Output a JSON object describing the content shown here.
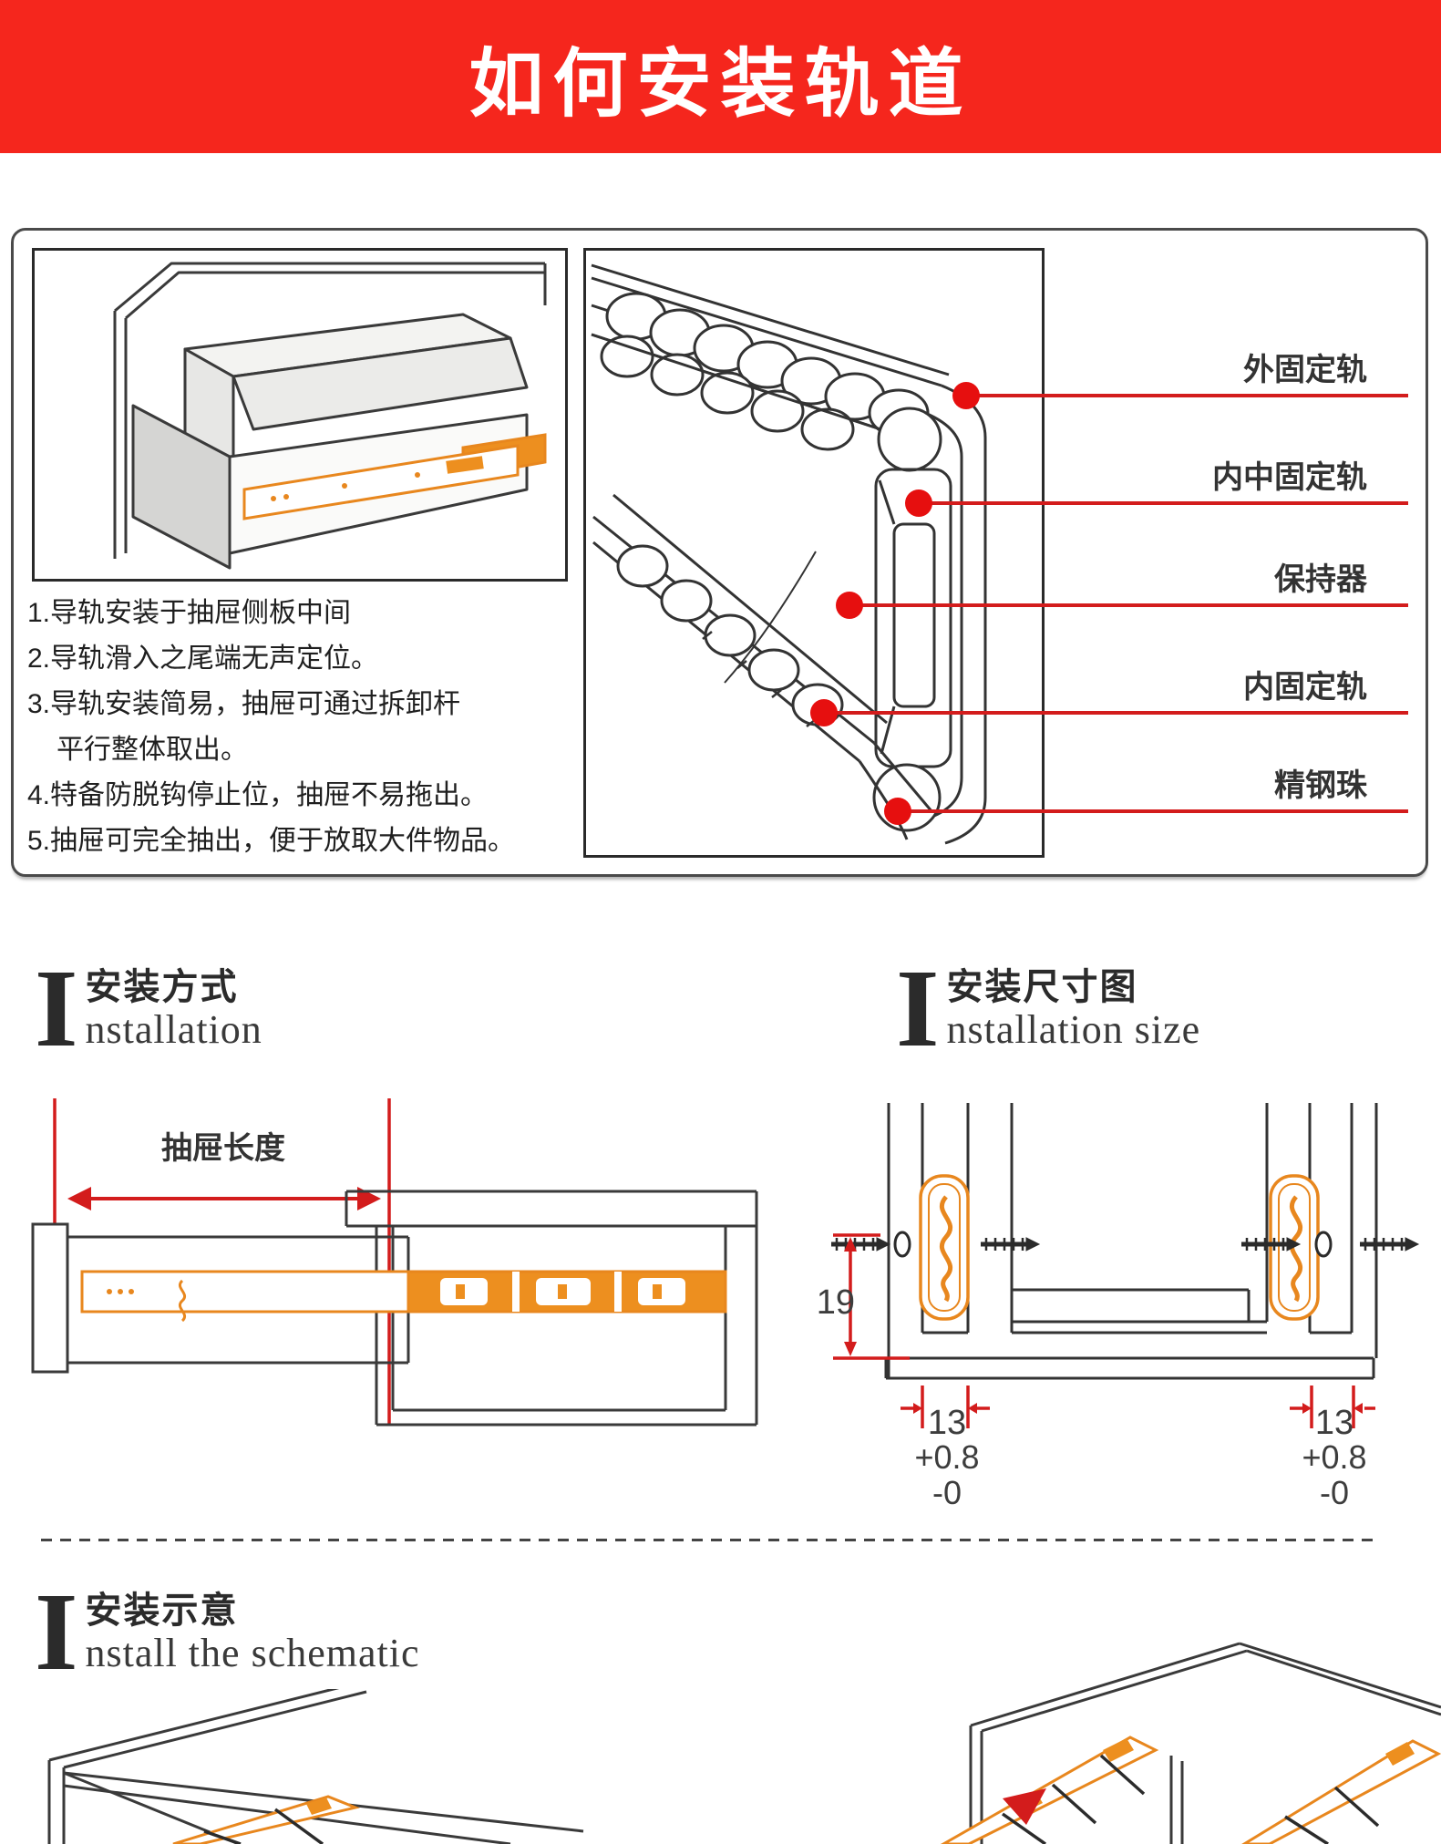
{
  "banner": {
    "title": "如何安装轨道"
  },
  "hero": {
    "notes": [
      {
        "text": "1.导轨安装于抽屉侧板中间",
        "indent": false
      },
      {
        "text": "2.导轨滑入之尾端无声定位。",
        "indent": false
      },
      {
        "text": "3.导轨安装简易，抽屉可通过拆卸杆",
        "indent": false
      },
      {
        "text": "平行整体取出。",
        "indent": true
      },
      {
        "text": "4.特备防脱钩停止位，抽屉不易拖出。",
        "indent": false
      },
      {
        "text": "5.抽屉可完全抽出，便于放取大件物品。",
        "indent": false
      }
    ],
    "callouts": [
      {
        "label": "外固定轨"
      },
      {
        "label": "内中固定轨"
      },
      {
        "label": "保持器"
      },
      {
        "label": "内固定轨"
      },
      {
        "label": "精钢珠"
      }
    ]
  },
  "sections": {
    "installation": {
      "initial": "I",
      "title_zh": "安装方式",
      "title_en": "nstallation"
    },
    "size": {
      "initial": "I",
      "title_zh": "安装尺寸图",
      "title_en": "nstallation size"
    },
    "schematic": {
      "initial": "I",
      "title_zh": "安装示意",
      "title_en": "nstall the schematic"
    }
  },
  "installation_diagram": {
    "drawer_length_label": "抽屉长度"
  },
  "size_diagram": {
    "height": "19",
    "side_width": "13",
    "tol_plus": "+0.8",
    "tol_minus": "-0"
  },
  "colors": {
    "banner_red": "#f5261d",
    "annotation_red": "#d31c1c",
    "dot_red": "#e60f0f",
    "rail_orange": "#e8871e",
    "rail_orange_fill": "#ed8f1f",
    "line_dark": "#3a3a3a"
  }
}
